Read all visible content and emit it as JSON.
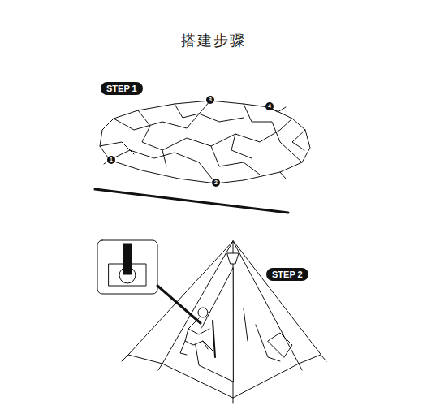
{
  "diagram": {
    "title": "搭建步骤",
    "nodes": [
      {
        "text": [
          "STEP 1"
        ]
      },
      {
        "text": [
          "STEP 2"
        ]
      }
    ],
    "labels": [
      "3",
      "4",
      "1",
      "2"
    ]
  }
}
